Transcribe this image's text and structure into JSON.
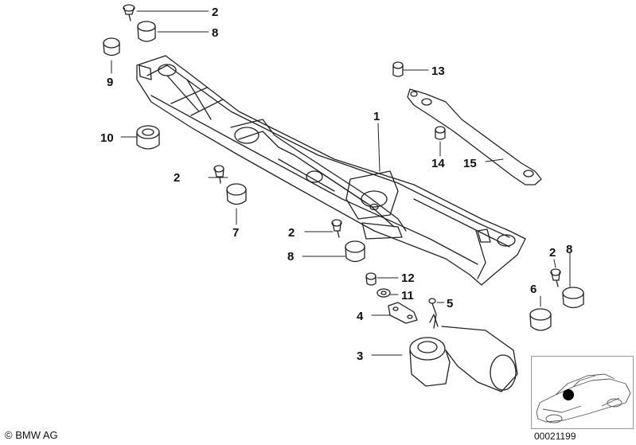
{
  "callouts": {
    "c2a": "2",
    "c8a": "8",
    "c9": "9",
    "c13": "13",
    "c1": "1",
    "c10": "10",
    "c14": "14",
    "c15": "15",
    "c2b": "2",
    "c7": "7",
    "c2c": "2",
    "c8b": "8",
    "c12": "12",
    "c11": "11",
    "c5": "5",
    "c4": "4",
    "c3": "3",
    "c6": "6",
    "c2d": "2",
    "c8c": "8"
  },
  "footer": {
    "copyright": "© BMW AG",
    "drawing_number": "00021199"
  }
}
